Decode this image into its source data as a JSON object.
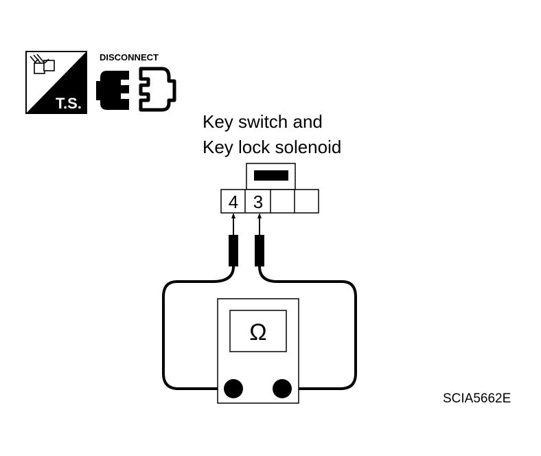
{
  "icons": {
    "ts": {
      "name": "ts-icon",
      "label": "T.S."
    },
    "disconnect": {
      "name": "disconnect-connector-icon",
      "label": "DISCONNECT"
    }
  },
  "connector": {
    "title_line1": "Key switch and",
    "title_line2": "Key lock solenoid",
    "pins": [
      "4",
      "3",
      "",
      ""
    ]
  },
  "meter": {
    "symbol": "Ω",
    "icon": "ohmmeter-icon"
  },
  "figure_id": "SCIA5662E",
  "colors": {
    "ink": "#000000",
    "paper": "#ffffff"
  }
}
